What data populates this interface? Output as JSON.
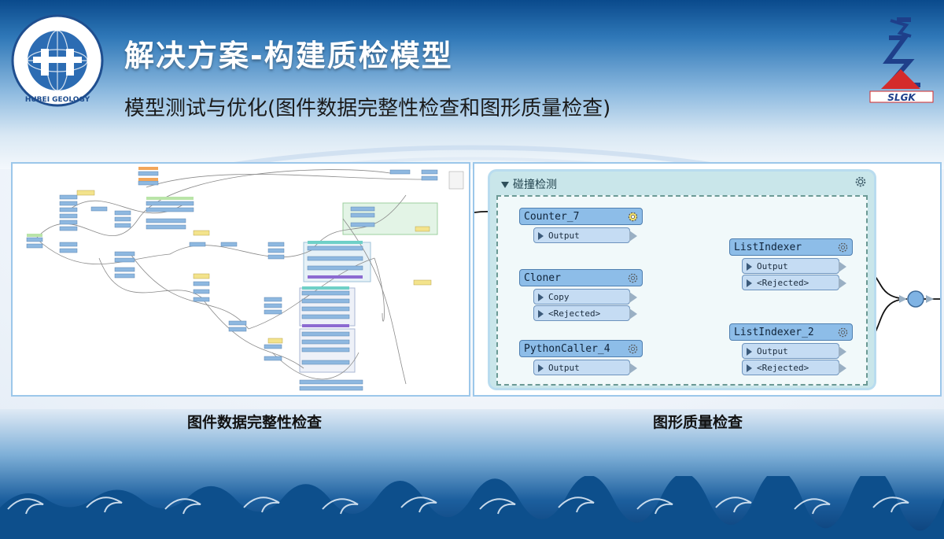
{
  "slide": {
    "title": "解决方案-构建质检模型",
    "subtitle": "模型测试与优化(图件数据完整性检查和图形质量检查)"
  },
  "logo_left": {
    "text": "HUBEI GEOLOGY"
  },
  "logo_right": {
    "text": "SLGK"
  },
  "captions": {
    "left": "图件数据完整性检查",
    "right": "图形质量检查"
  },
  "workflow": {
    "group_title": "碰撞检测",
    "nodes": [
      {
        "name": "Counter_7",
        "ports": [
          "Output"
        ]
      },
      {
        "name": "Cloner",
        "ports": [
          "Copy",
          "<Rejected>"
        ]
      },
      {
        "name": "PythonCaller_4",
        "ports": [
          "Output"
        ]
      },
      {
        "name": "ListIndexer",
        "ports": [
          "Output",
          "<Rejected>"
        ]
      },
      {
        "name": "ListIndexer_2",
        "ports": [
          "Output",
          "<Rejected>"
        ]
      }
    ]
  },
  "colors": {
    "title_text": "#ffffff",
    "node_fill": "#8dbde8",
    "port_fill": "#c5dcf3",
    "group_fill": "#c9e6ea"
  }
}
